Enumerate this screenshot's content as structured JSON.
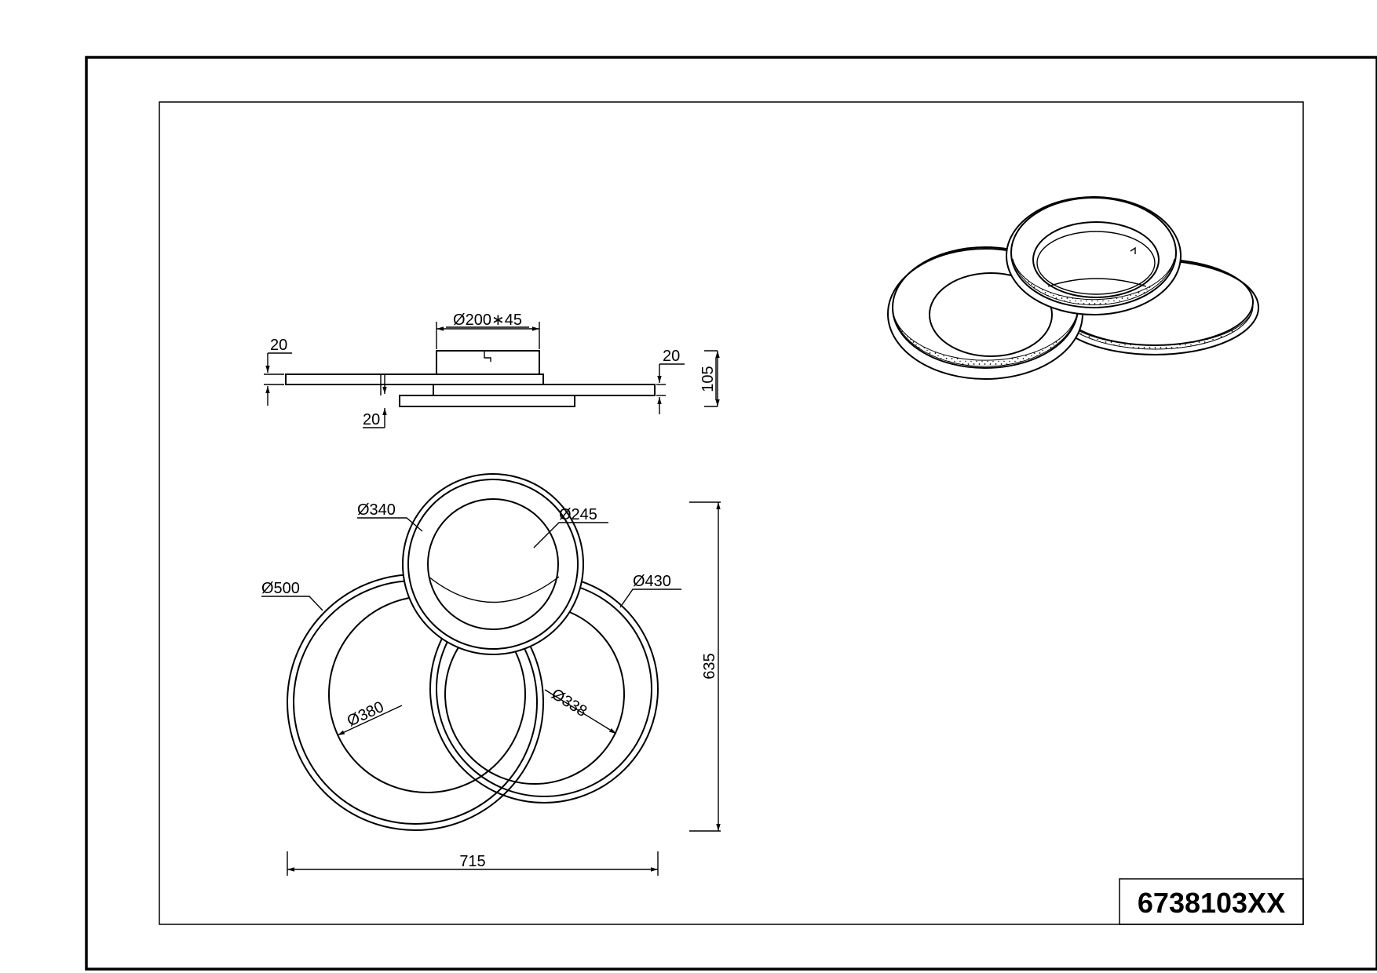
{
  "drawing": {
    "part_number": "6738103XX",
    "side_view": {
      "canopy_label": "Ø200∗45",
      "ring_thickness_left": "20",
      "ring_thickness_right": "20",
      "ring_thickness_bottom": "20",
      "total_height": "105"
    },
    "top_view": {
      "small_ring_outer": "Ø340",
      "small_ring_inner": "Ø245",
      "large_ring_outer": "Ø500",
      "large_ring_inner": "Ø380",
      "medium_ring_outer": "Ø430",
      "medium_ring_inner": "Ø338",
      "total_width": "715",
      "total_depth": "635"
    }
  }
}
